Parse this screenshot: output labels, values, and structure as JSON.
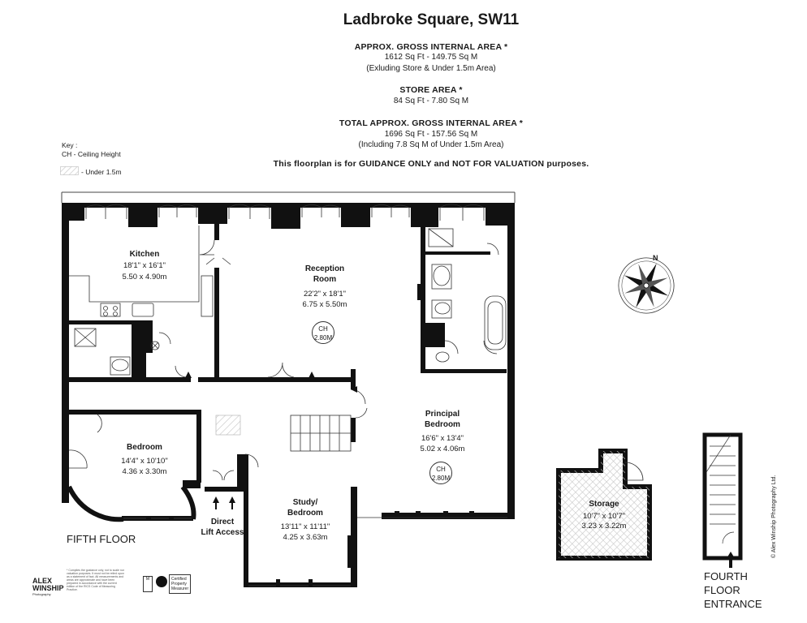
{
  "header": {
    "title": "Ladbroke Square, SW11",
    "gia_label": "APPROX. GROSS INTERNAL AREA *",
    "gia_value": "1612 Sq Ft  -  149.75 Sq M",
    "gia_note": "(Exluding Store & Under 1.5m Area)",
    "store_label": "STORE AREA *",
    "store_value": "84 Sq Ft  -  7.80 Sq M",
    "total_label": "TOTAL  APPROX. GROSS INTERNAL  AREA *",
    "total_value": "1696 Sq Ft  -  157.56 Sq M",
    "total_note": "(Including 7.8 Sq M of Under 1.5m Area)",
    "disclaimer": "This floorplan is for GUIDANCE ONLY and NOT FOR VALUATION purposes."
  },
  "key": {
    "title": "Key :",
    "ch": "CH - Ceiling Height",
    "under": "- Under 1.5m"
  },
  "rooms": {
    "kitchen": {
      "name": "Kitchen",
      "imperial": "18'1\" x 16'1\"",
      "metric": "5.50 x 4.90m"
    },
    "reception": {
      "name1": "Reception",
      "name2": "Room",
      "imperial": "22'2\" x 18'1\"",
      "metric": "6.75 x 5.50m"
    },
    "principal": {
      "name1": "Principal",
      "name2": "Bedroom",
      "imperial": "16'6\" x 13'4\"",
      "metric": "5.02 x 4.06m"
    },
    "bedroom": {
      "name": "Bedroom",
      "imperial": "14'4\" x 10'10\"",
      "metric": "4.36 x 3.30m"
    },
    "study": {
      "name1": "Study/",
      "name2": "Bedroom",
      "imperial": "13'11\" x 11'11\"",
      "metric": "4.25 x 3.63m"
    },
    "storage": {
      "name": "Storage",
      "imperial": "10'7\" x 10'7\"",
      "metric": "3.23 x 3.22m"
    }
  },
  "ceiling": {
    "label": "CH",
    "reception": "2.80M",
    "principal": "2.80M"
  },
  "labels": {
    "lift1": "Direct",
    "lift2": "Lift Access",
    "fifth_floor": "FIFTH FLOOR",
    "fourth1": "FOURTH",
    "fourth2": "FLOOR",
    "fourth3": "ENTRANCE",
    "copyright": "© Alex Winship Photography Ltd.",
    "compass_n": "N"
  },
  "footer": {
    "logo1": "ALEX",
    "logo2": "WINSHIP",
    "logo3": "Photography",
    "fine_print": "* Complies the guidance only, not to scale nor valuation purposes. It must not be relied upon as a statement of fact. All measurements and areas are approximate and have been prepared in accordance with the current edition of the RICS Code of Measuring Practice.",
    "badge1": "Certified",
    "badge2": "Property",
    "badge3": "Measurer"
  },
  "colors": {
    "wall": "#111111",
    "line": "#333333",
    "hatch": "#cccccc"
  }
}
